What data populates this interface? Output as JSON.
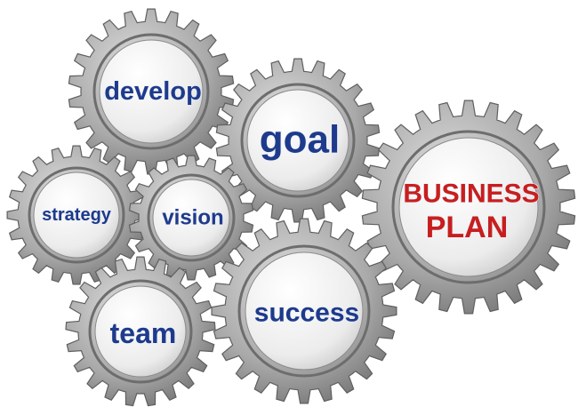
{
  "image": {
    "background": "#ffffff",
    "gears": [
      {
        "id": "develop",
        "lines": [
          "develop"
        ],
        "text_color": "#1e3a8c"
      },
      {
        "id": "goal",
        "lines": [
          "goal"
        ],
        "text_color": "#1e3a8c"
      },
      {
        "id": "strategy",
        "lines": [
          "strategy"
        ],
        "text_color": "#1e3a8c"
      },
      {
        "id": "vision",
        "lines": [
          "vision"
        ],
        "text_color": "#1e3a8c"
      },
      {
        "id": "business",
        "lines": [
          "BUSINESS",
          "PLAN"
        ],
        "text_color": "#c81e1e"
      },
      {
        "id": "team",
        "lines": [
          "team"
        ],
        "text_color": "#1e3a8c"
      },
      {
        "id": "success",
        "lines": [
          "success"
        ],
        "text_color": "#1e3a8c"
      }
    ],
    "colors": {
      "metal_light": "#dcdcdc",
      "metal_mid": "#a9a9a9",
      "metal_dark": "#6e6e6e",
      "face_light": "#ffffff",
      "face_dark": "#c7c7c7"
    }
  }
}
